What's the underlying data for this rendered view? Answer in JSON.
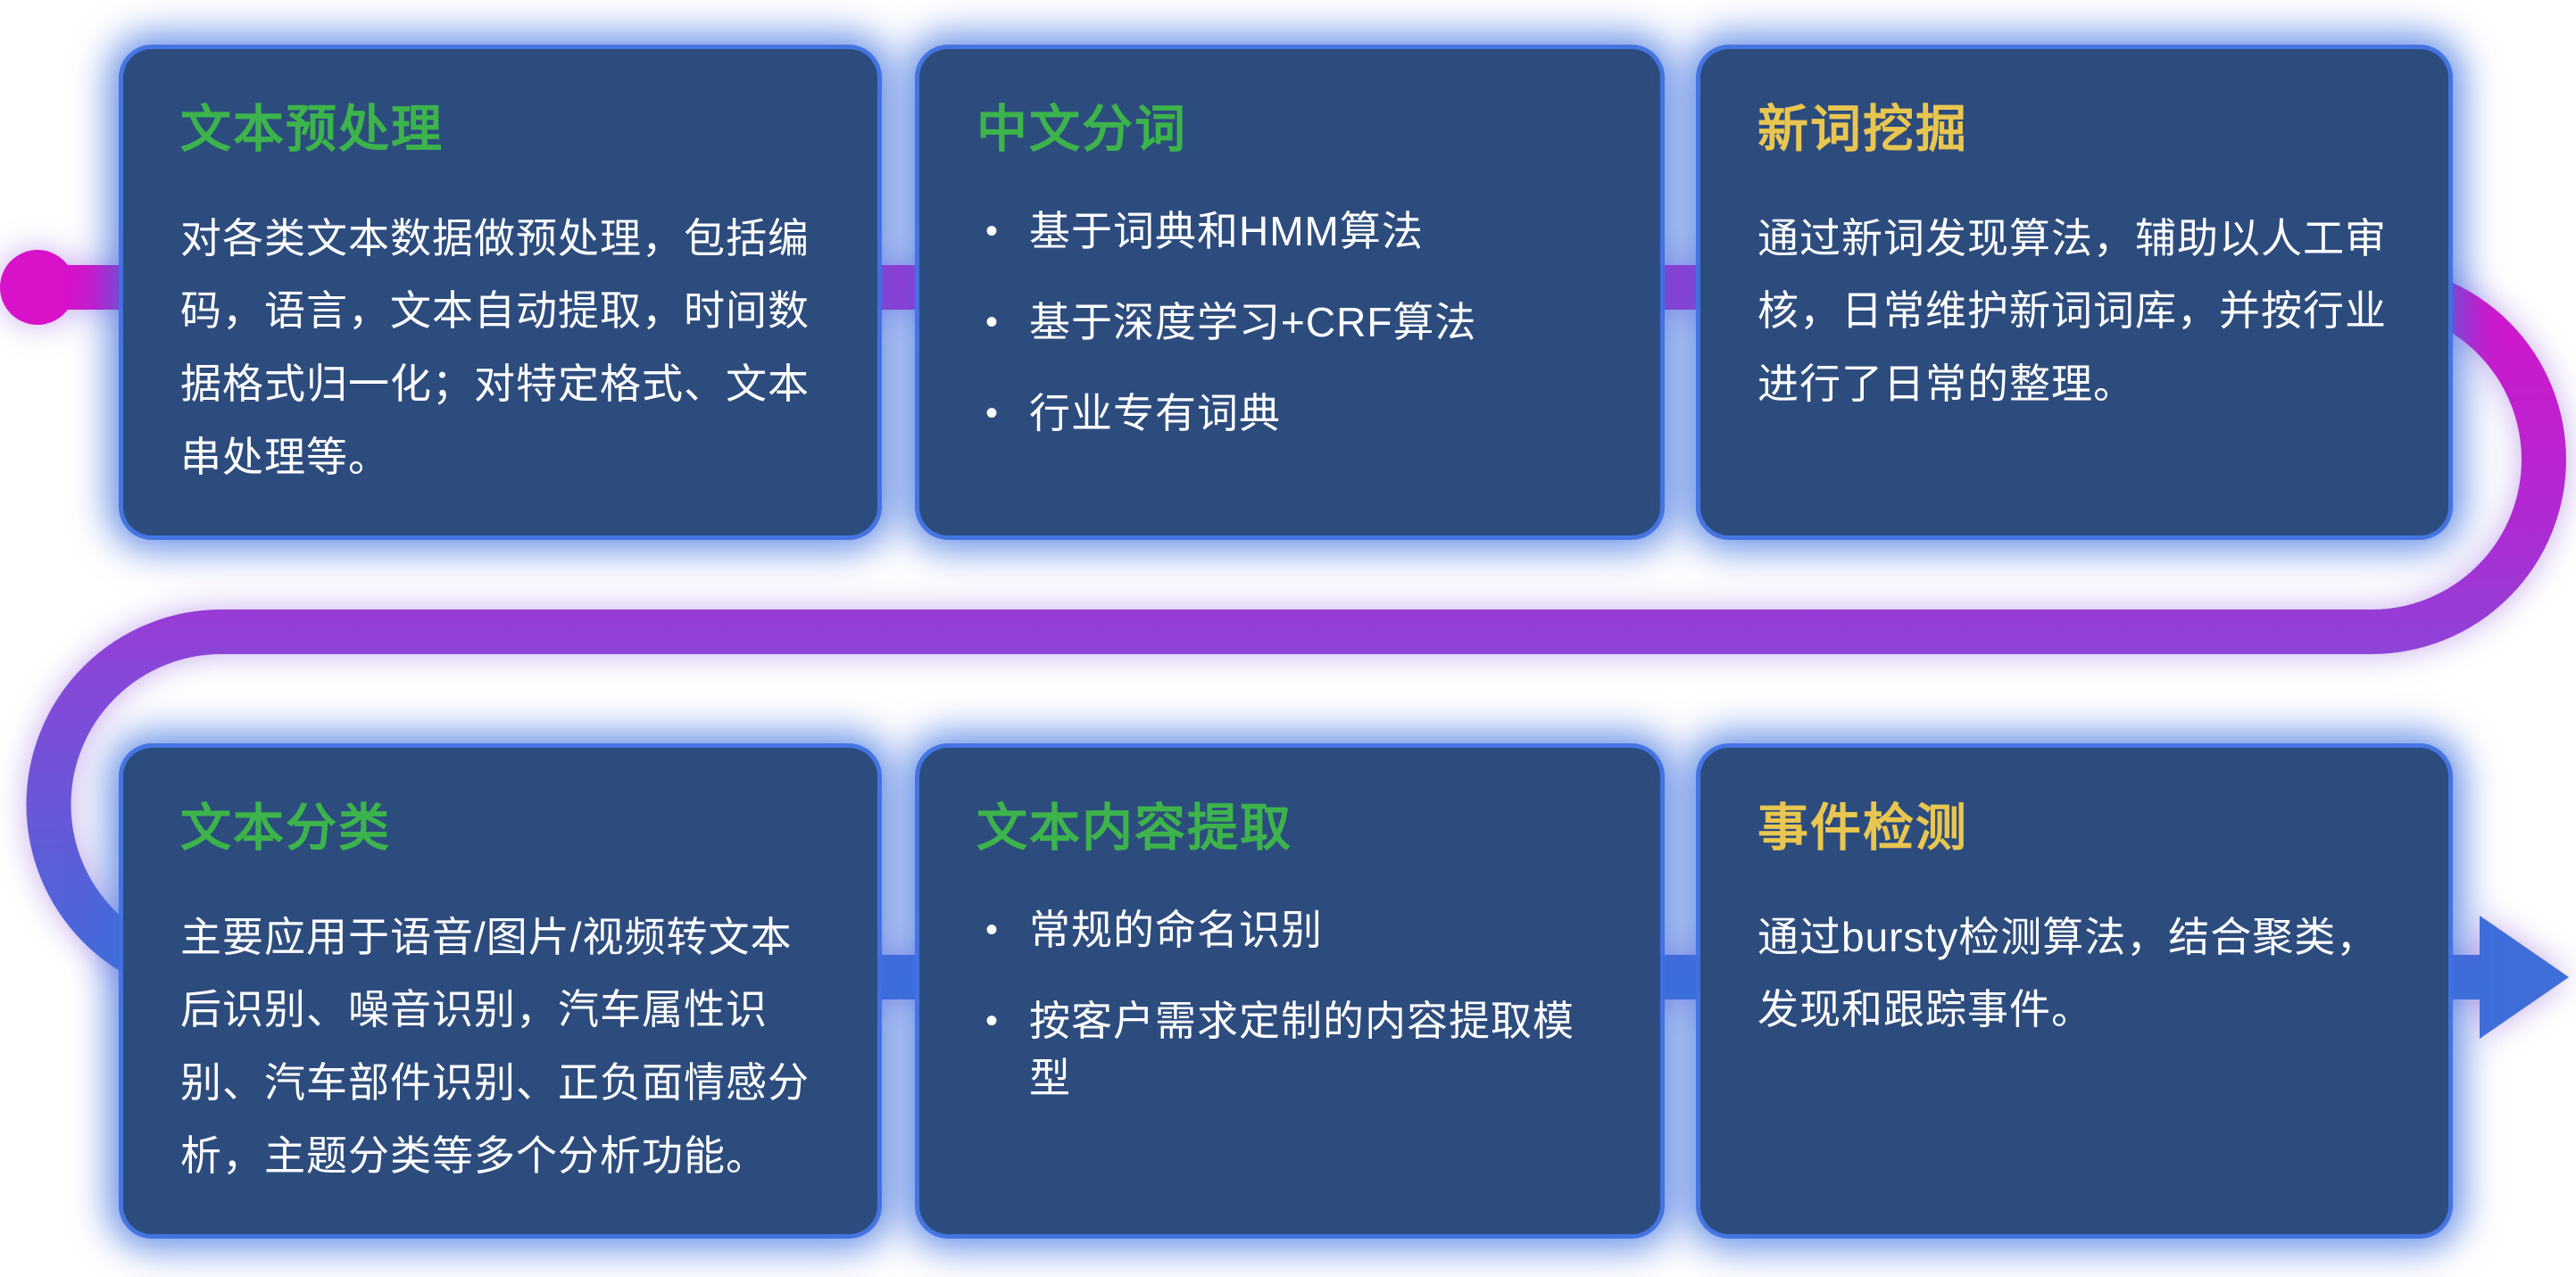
{
  "page": {
    "background": "#ffffff",
    "card_background": "#2d4c7e",
    "card_glow": "#3c6ede",
    "body_text_color": "#ffffff"
  },
  "flow": {
    "start_dot_color": "#d712c9",
    "gradient_stops": [
      "#d712c9",
      "#b02ad2",
      "#8a46d8",
      "#3f6ed9"
    ],
    "arrow_color": "#3f6ed9"
  },
  "cards": [
    {
      "id": "text-preprocess",
      "title": "文本预处理",
      "title_color": "#3cb44b",
      "body": "对各类文本数据做预处理，包括编码，语言，文本自动提取，时间数据格式归一化；对特定格式、文本串处理等。",
      "bullets": []
    },
    {
      "id": "chinese-word-segmentation",
      "title": "中文分词",
      "title_color": "#3cb44b",
      "body": "",
      "bullets": [
        "基于词典和HMM算法",
        "基于深度学习+CRF算法",
        "行业专有词典"
      ]
    },
    {
      "id": "new-word-mining",
      "title": "新词挖掘",
      "title_color": "#e9c64f",
      "body": "通过新词发现算法，辅助以人工审核，日常维护新词词库，并按行业进行了日常的整理。",
      "bullets": []
    },
    {
      "id": "text-classification",
      "title": "文本分类",
      "title_color": "#3cb44b",
      "body": "主要应用于语音/图片/视频转文本后识别、噪音识别，汽车属性识别、汽车部件识别、正负面情感分析，主题分类等多个分析功能。",
      "bullets": []
    },
    {
      "id": "text-content-extraction",
      "title": "文本内容提取",
      "title_color": "#3cb44b",
      "body": "",
      "bullets": [
        "常规的命名识别",
        "按客户需求定制的内容提取模型"
      ]
    },
    {
      "id": "event-detection",
      "title": "事件检测",
      "title_color": "#e9c64f",
      "body": "通过bursty检测算法，结合聚类，发现和跟踪事件。",
      "bullets": []
    }
  ],
  "bullet_glyph": "•"
}
